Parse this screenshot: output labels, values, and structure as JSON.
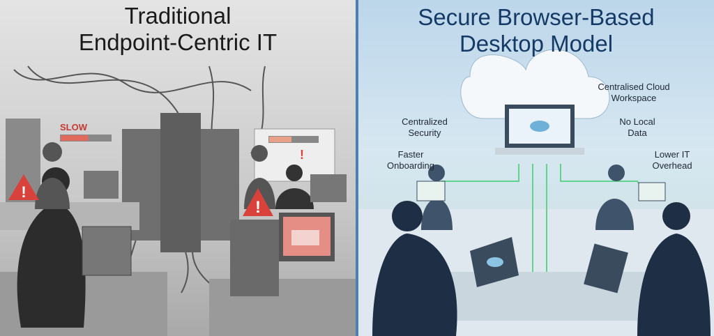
{
  "left_panel": {
    "title_line1": "Traditional",
    "title_line2": "Endpoint-Centric IT",
    "slow_label": "SLOW",
    "slow_progress": 0.55,
    "warning_icon_count": 3
  },
  "right_panel": {
    "title_line1": "Secure Browser-Based",
    "title_line2": "Desktop Model",
    "benefits": [
      {
        "line1": "Centralised Cloud",
        "line2": "Workspace"
      },
      {
        "line1": "Centralized",
        "line2": "Security"
      },
      {
        "line1": "No Local",
        "line2": "Data"
      },
      {
        "line1": "Faster",
        "line2": "Onboarding"
      },
      {
        "line1": "Lower IT",
        "line2": "Overhead"
      }
    ]
  },
  "colors": {
    "warning": "#d9423a",
    "accent_blue": "#163a66",
    "connector_green": "#5fd48a",
    "divider": "#4f7fb0"
  }
}
